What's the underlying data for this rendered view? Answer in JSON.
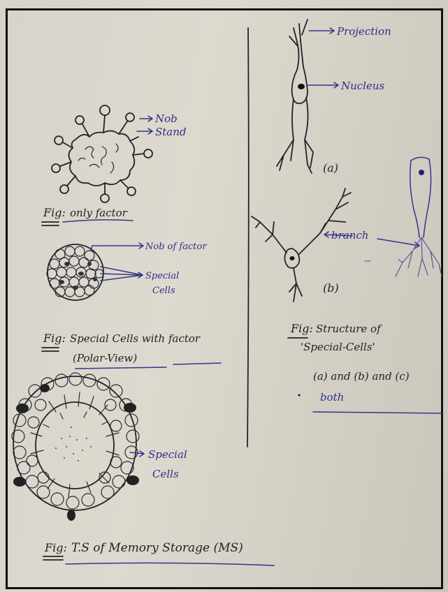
{
  "labels": {
    "projection": "Projection",
    "nucleus": "Nucleus",
    "knob": "Nob",
    "strand": "Stand",
    "nob_of_factor": "Nob of factor",
    "special_cells_1a": "Special",
    "special_cells_1b": "Cells",
    "branch": "branch",
    "a": "(a)",
    "b": "(b)",
    "special_cells_2a": "Special",
    "special_cells_2b": "Cells"
  },
  "captions": {
    "fig": "Fig:",
    "only_factor": "only factor",
    "special_cells_with_factor": "Special Cells with factor",
    "polar_view": "(Polar-View)",
    "structure_of": "Structure of",
    "special_cells_quoted": "'Special-Cells'",
    "a_and_b_and_c": "(a) and (b) and (c)",
    "both": "both",
    "ts_memory": "T.S of Memory Storage (MS)"
  },
  "colors": {
    "ink": "#23232a",
    "blue_ink": "#35358a",
    "paper": "#d8d5cc"
  }
}
